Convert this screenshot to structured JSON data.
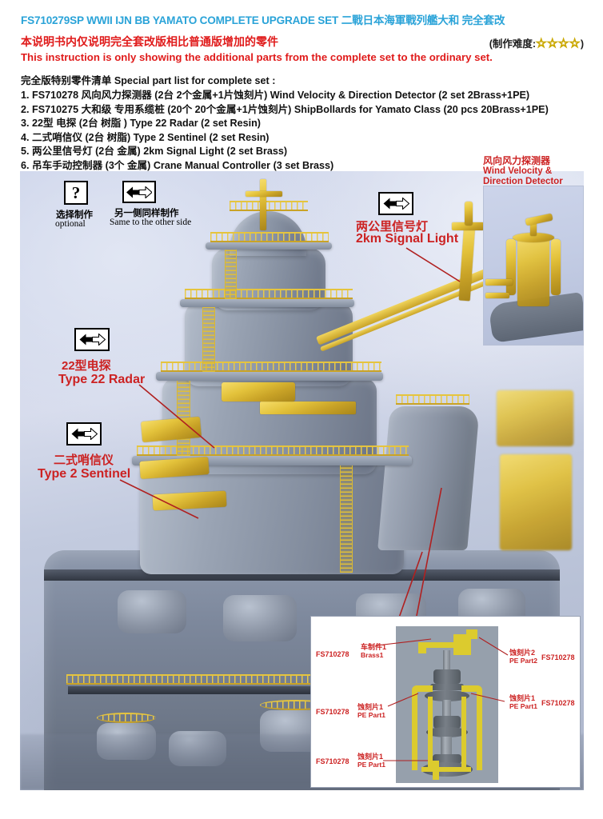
{
  "header": {
    "title": "FS710279SP WWII IJN BB YAMATO COMPLETE UPGRADE SET 二戰日本海軍戰列艦大和 完全套改",
    "subtitle_cn": "本说明书内仅说明完全套改版相比普通版增加的零件",
    "subtitle_en": "This instruction is only showing the additional parts from the complete set to the ordinary set.",
    "difficulty_label": "(制作难度:",
    "difficulty_stars": "☆☆☆☆",
    "difficulty_close": ")",
    "difficulty_count": 4
  },
  "parts_list": {
    "heading": "完全版特别零件清单 Special part list for complete set :",
    "items": [
      "1. FS710278 风向风力探测器 (2台 2个金属+1片蚀刻片) Wind Velocity & Direction Detector (2 set 2Brass+1PE)",
      "2. FS710275 大和级 专用系缆桩 (20个 20个金属+1片蚀刻片) ShipBollards for Yamato Class (20 pcs 20Brass+1PE)",
      "3. 22型 电探 (2台 树脂 ) Type 22 Radar (2 set Resin)",
      "4. 二式哨信仪 (2台 树脂) Type 2 Sentinel (2 set Resin)",
      "5. 两公里信号灯 (2台 金属) 2km Signal Light (2 set Brass)",
      "6. 吊车手动控制器 (3个 金属) Crane Manual Controller (3 set Brass)"
    ]
  },
  "legend": {
    "optional": {
      "icon": "question-mark",
      "cn": "选择制作",
      "en": "optional"
    },
    "mirror": {
      "icon": "double-arrow",
      "cn": "另一侧同样制作",
      "en": "Same to the other side"
    }
  },
  "callouts": [
    {
      "id": "signal-light",
      "icon": "double-arrow",
      "cn": "两公里信号灯",
      "en": "2km Signal Light"
    },
    {
      "id": "type22-radar",
      "icon": "double-arrow",
      "cn": "22型电探",
      "en": "Type 22 Radar"
    },
    {
      "id": "type2-sentinel",
      "icon": "double-arrow",
      "cn": "二式哨信仪",
      "en": "Type 2 Sentinel"
    }
  ],
  "inset": {
    "cn": "风向风力探测器",
    "en_line1": "Wind Velocity &",
    "en_line2": "Direction Detector"
  },
  "diagram": {
    "labels": [
      {
        "id": "brass1",
        "code": "FS710278",
        "cn": "车制件1",
        "en": "Brass1"
      },
      {
        "id": "pe2",
        "code": "FS710278",
        "cn": "蚀刻片2",
        "en": "PE Part2"
      },
      {
        "id": "pe1-left",
        "code": "FS710278",
        "cn": "蚀刻片1",
        "en": "PE Part1"
      },
      {
        "id": "pe1-right",
        "code": "FS710278",
        "cn": "蚀刻片1",
        "en": "PE Part1"
      },
      {
        "id": "pe1-bottom",
        "code": "FS710278",
        "cn": "蚀刻片1",
        "en": "PE Part1"
      }
    ]
  },
  "colors": {
    "title_blue": "#2aa3d8",
    "red": "#e01b1b",
    "callout_red": "#cc2222",
    "brass": "#e3c23b",
    "pe_yellow": "#dccb2e",
    "star_yellow": "#f5d100"
  }
}
